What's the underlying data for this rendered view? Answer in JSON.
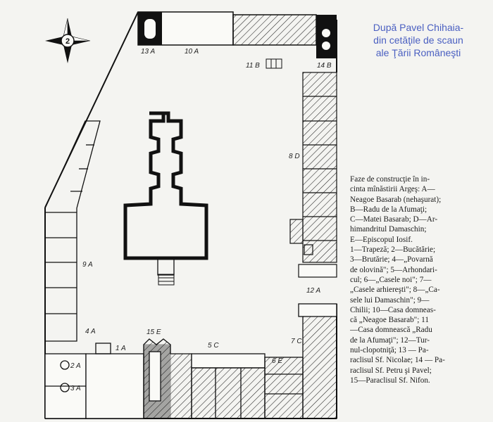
{
  "credit": {
    "lines": [
      "După Pavel Chihaia-",
      "din cetăţile de scaun",
      "ale Ţării Româneşti"
    ],
    "color": "#4a5fc1"
  },
  "caption": {
    "lines": [
      "Faze de construcţie în in-",
      "cinta mînăstirii Argeş: A—",
      "Neagoe Basarab (nehaşurat);",
      "B—Radu de la Afumaţi;",
      "C—Matei Basarab; D—Ar-",
      "himandritul Damaschin;",
      "E—Episcopul Iosif.",
      "1—Trapeză; 2—Bucătărie;",
      "3—Brutărie; 4—„Povarnă",
      "de olovină\"; 5—Arhondari-",
      "cul; 6—„Casele noi\"; 7—",
      "„Casele arhiereşti\"; 8—„Ca-",
      "sele lui Damaschin\"; 9—",
      "Chilii; 10—Casa domneas-",
      "că „Neagoe Basarab\"; 11",
      "—Casa domnească „Radu",
      "de la Afumaţi\"; 12—Tur-",
      "nul-clopotniţă; 13 — Pa-",
      "raclisul Sf. Nicolae; 14 — Pa-",
      "raclisul Sf. Petru şi Pavel;",
      "15—Paraclisul Sf. Nifon."
    ]
  },
  "compass": {
    "label": "2"
  },
  "plan_labels": {
    "l13A": "13 A",
    "l10A": "10 A",
    "l11B": "11 B",
    "l14B": "14 B",
    "l8D": "8 D",
    "l9A": "9 A",
    "l12A": "12 A",
    "l4A": "4 A",
    "l1A": "1 A",
    "l15E": "15 E",
    "l5C": "5 C",
    "l6E": "6 E",
    "l7C": "7 C",
    "l2A": "2 A",
    "l3A": "3 A"
  }
}
